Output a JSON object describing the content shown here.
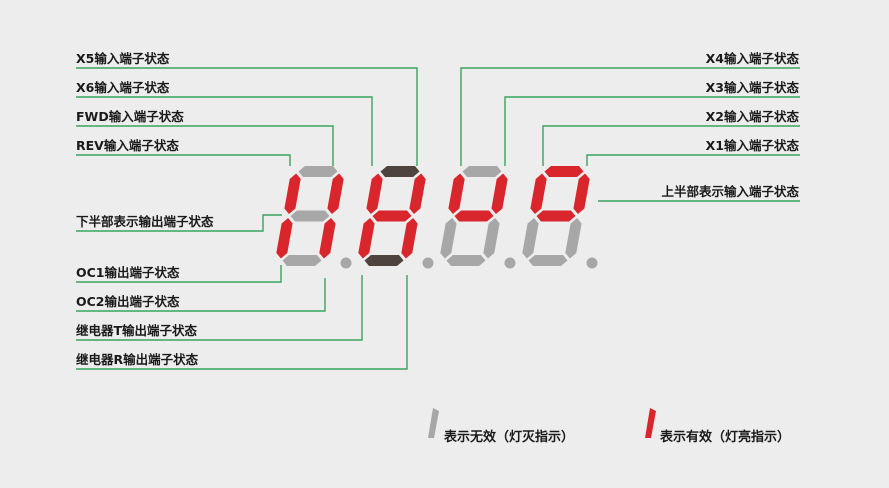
{
  "colors": {
    "panel_bg": "#ededed",
    "leader_line": "#3aa35e",
    "seg_on": "#d9262c",
    "seg_off": "#a7a7a7",
    "seg_dark": "#4f443d",
    "text": "#1a1a1a"
  },
  "labels_left_top": [
    {
      "id": "x5",
      "text": "X5输入端子状态"
    },
    {
      "id": "x6",
      "text": "X6输入端子状态"
    },
    {
      "id": "fwd",
      "text": "FWD输入端子状态"
    },
    {
      "id": "rev",
      "text": "REV输入端子状态"
    }
  ],
  "label_lower_half": "下半部表示输出端子状态",
  "labels_left_bottom": [
    {
      "id": "oc1",
      "text": "OC1输出端子状态"
    },
    {
      "id": "oc2",
      "text": "OC2输出端子状态"
    },
    {
      "id": "relay_t",
      "text": "继电器T输出端子状态"
    },
    {
      "id": "relay_r",
      "text": "继电器R输出端子状态"
    }
  ],
  "labels_right": [
    {
      "id": "x4",
      "text": "X4输入端子状态"
    },
    {
      "id": "x3",
      "text": "X3输入端子状态"
    },
    {
      "id": "x2",
      "text": "X2输入端子状态"
    },
    {
      "id": "x1",
      "text": "X1输入端子状态"
    }
  ],
  "label_upper_half": "上半部表示输入端子状态",
  "display": {
    "digits": [
      {
        "a": "off",
        "b": "on",
        "c": "on",
        "d": "off",
        "e": "on",
        "f": "on",
        "g": "off"
      },
      {
        "a": "dark",
        "b": "on",
        "c": "on",
        "d": "dark",
        "e": "on",
        "f": "on",
        "g": "on"
      },
      {
        "a": "off",
        "b": "on",
        "c": "off",
        "d": "off",
        "e": "off",
        "f": "on",
        "g": "on"
      },
      {
        "a": "on",
        "b": "on",
        "c": "off",
        "d": "off",
        "e": "off",
        "f": "on",
        "g": "on"
      }
    ],
    "dots": [
      "off",
      "off",
      "off",
      "off"
    ]
  },
  "legend": {
    "invalid_text": "表示无效（灯灭指示）",
    "valid_text": "表示有效（灯亮指示）"
  }
}
